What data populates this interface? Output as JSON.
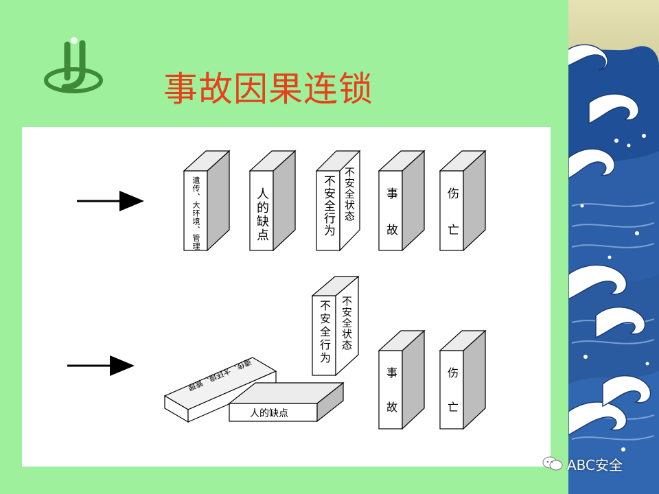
{
  "slide": {
    "title": "事故因果连锁"
  },
  "diagram": {
    "row1": {
      "dominoes": [
        {
          "text": "遺传、大环境、管理"
        },
        {
          "text": "人的缺点"
        },
        {
          "front_text": "不安全行为",
          "side_text": "不安全状态"
        },
        {
          "text": "事故"
        },
        {
          "text": "伤亡"
        }
      ]
    },
    "row2": {
      "fallen_first": "遺传、大环境、管理",
      "fallen_second": "人的缺点",
      "tilted": {
        "front_text": "不安全行为",
        "side_text": "不安全状态"
      },
      "accident": "事故",
      "injury": "伤亡"
    }
  },
  "watermark": {
    "text": "ABC安全",
    "icon": "chat-bubble-icon"
  },
  "colors": {
    "background": "#9ef09c",
    "title": "#e8401a",
    "logo": "#3f8a3a",
    "wave_dark": "#2d5fa8",
    "panel": "#ffffff"
  }
}
